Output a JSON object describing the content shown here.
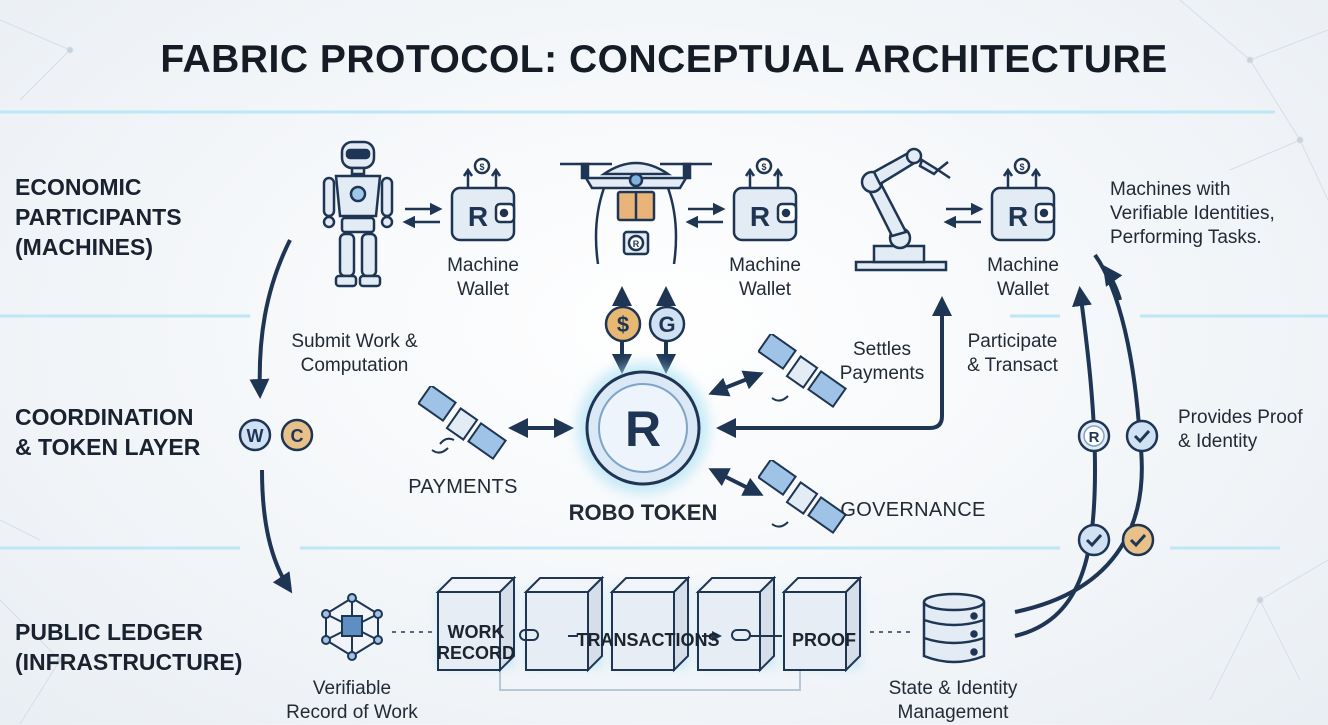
{
  "title": "FABRIC PROTOCOL: CONCEPTUAL ARCHITECTURE",
  "layers": {
    "economic": "ECONOMIC\nPARTICIPANTS\n(MACHINES)",
    "coordination": "COORDINATION\n& TOKEN LAYER",
    "ledger": "PUBLIC LEDGER\n(INFRASTRUCTURE)"
  },
  "machines": {
    "wallet_label_1": "Machine\nWallet",
    "wallet_label_2": "Machine\nWallet",
    "wallet_label_3": "Machine\nWallet",
    "wallet_glyph": "R",
    "description": "Machines with\nVerifiable Identities,\nPerforming Tasks."
  },
  "coordination": {
    "coin_dollar": "$",
    "coin_g": "G",
    "coin_w": "W",
    "coin_c": "C",
    "token_glyph": "R",
    "token_name": "ROBO TOKEN",
    "payments": "PAYMENTS",
    "governance": "GOVERNANCE",
    "settles": "Settles\nPayments",
    "participate": "Participate\n& Transact",
    "submit": "Submit Work &\nComputation",
    "proof_identity": "Provides Proof\n& Identity",
    "badge_r": "R"
  },
  "ledger": {
    "blocks": [
      "WORK\nRECORD",
      "TRANSACTIONS",
      "PROOF"
    ],
    "verifiable": "Verifiable\nRecord of Work",
    "state": "State & Identity\nManagement"
  },
  "colors": {
    "accent_blue": "#3d6fa3",
    "navy": "#1e3554",
    "gold": "#e7b872",
    "glow": "#9fdcf2"
  }
}
